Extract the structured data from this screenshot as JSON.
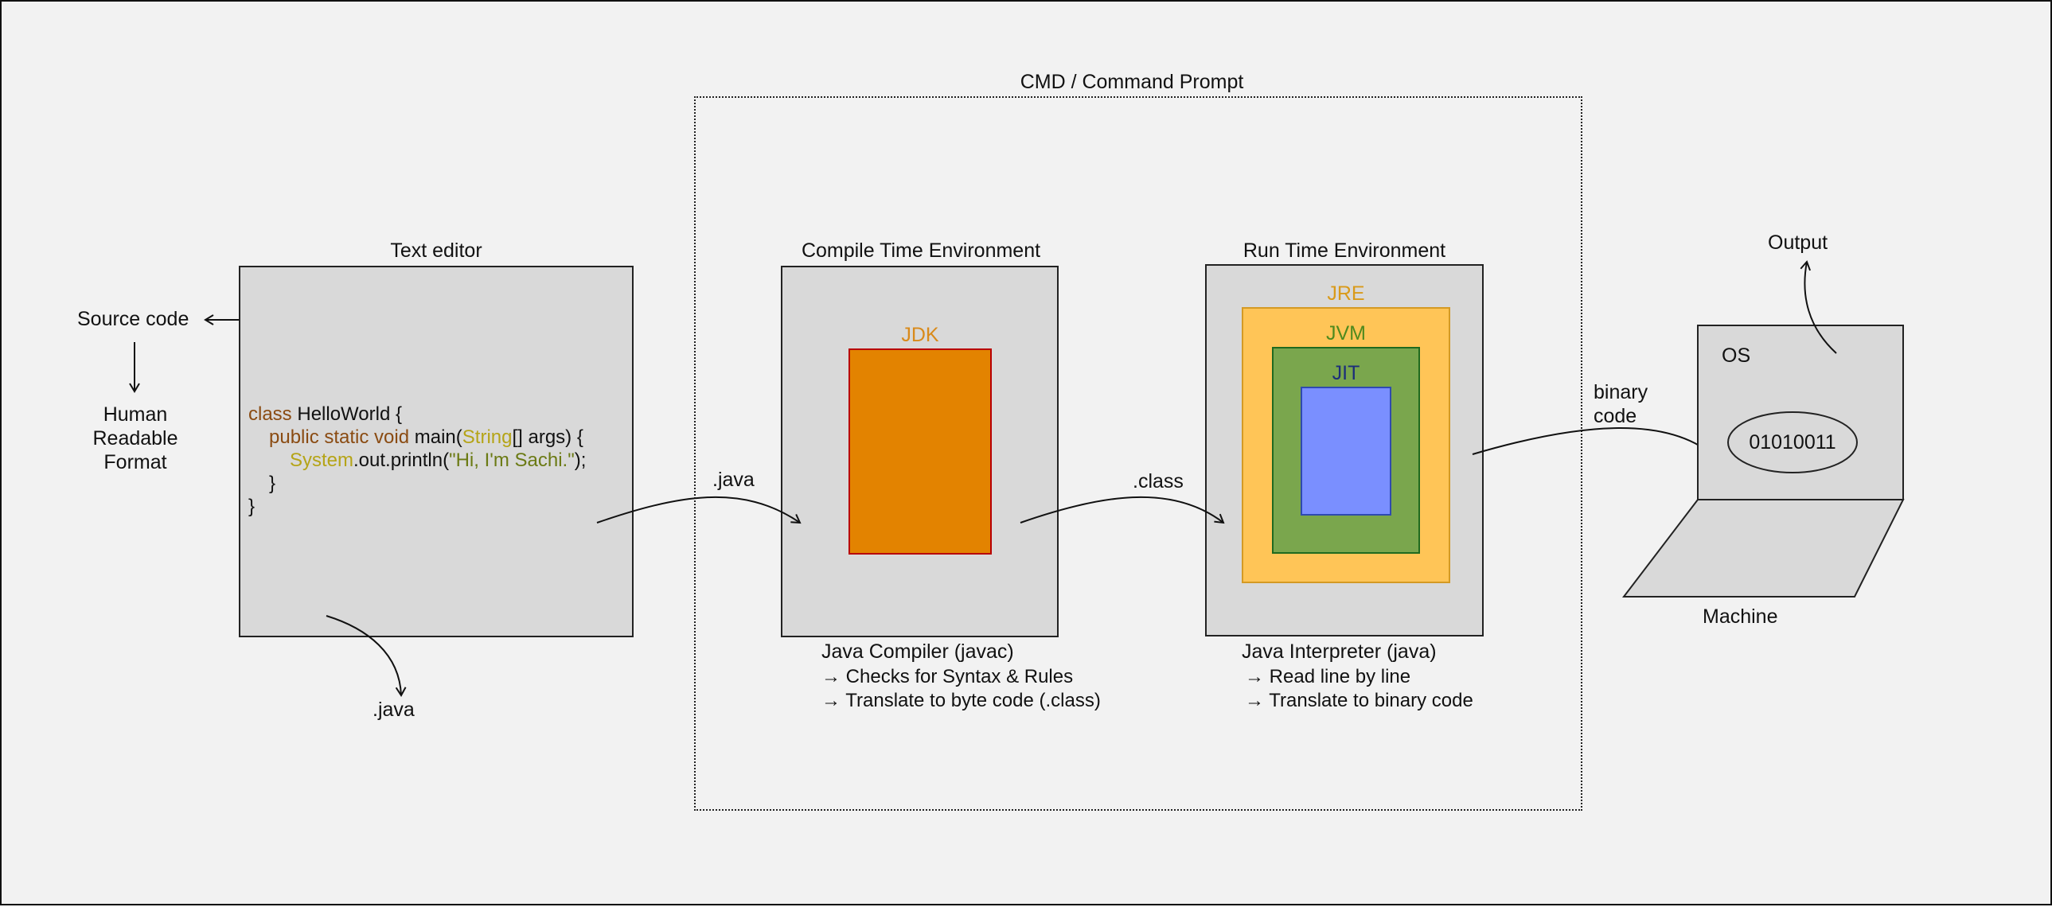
{
  "cmd": {
    "title": "CMD / Command Prompt"
  },
  "source": {
    "label": "Source code",
    "format_lines": [
      "Human",
      "Readable",
      "Format"
    ]
  },
  "editor": {
    "title": "Text editor",
    "code": {
      "line1": {
        "kw": "class",
        "rest": " HelloWorld {"
      },
      "line2": {
        "kw": "public static void",
        "mid": " main(",
        "type": "String",
        "rest": "[] args) {"
      },
      "line3": {
        "type": "System",
        "mid": ".out.println(",
        "str": "\"Hi, I'm Sachi.\"",
        "rest": ");"
      },
      "line4": "}",
      "line5": "}"
    },
    "file_label": ".java"
  },
  "compile": {
    "title": "Compile Time Environment",
    "jdk_label": "JDK",
    "desc_title": "Java Compiler (javac)",
    "desc_lines": [
      "→ Checks for Syntax & Rules",
      "→ Translate to byte code (.class)"
    ]
  },
  "runtime": {
    "title": "Run Time Environment",
    "jre_label": "JRE",
    "jvm_label": "JVM",
    "jit_label": "JIT",
    "desc_title": "Java Interpreter (java)",
    "desc_lines": [
      "→ Read line by line",
      "→ Translate to binary code"
    ]
  },
  "arrows": {
    "java_label": ".java",
    "class_label": ".class",
    "binary_label_lines": [
      "binary",
      "code"
    ]
  },
  "machine": {
    "os_label": "OS",
    "binary_value": "01010011",
    "label": "Machine",
    "output_label": "Output"
  },
  "colors": {
    "background": "#f2f2f2",
    "box_gray": "#d9d9d9",
    "jdk_fill": "#e38300",
    "jdk_border": "#b80000",
    "jdk_text": "#d98a1a",
    "jre_fill": "#ffc557",
    "jre_border": "#d49a24",
    "jre_text": "#d99a1a",
    "jvm_fill": "#7aa64d",
    "jvm_border": "#1f6a1f",
    "jvm_text": "#4f8a1e",
    "jit_fill": "#7a8fff",
    "jit_border": "#2f4ab0",
    "jit_text": "#1c2e7a",
    "keyword": "#8a4b12",
    "type": "#b5a417",
    "string": "#6b7a14"
  }
}
